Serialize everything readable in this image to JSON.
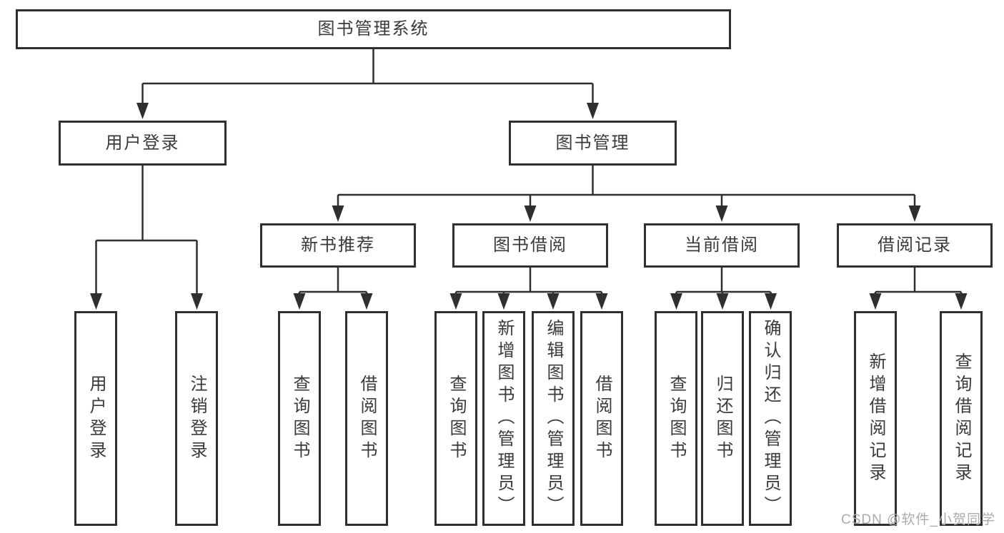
{
  "colors": {
    "line": "#2f2f2f",
    "text": "#3a3a3a",
    "watermark": "#ababab",
    "background": "#ffffff"
  },
  "root": {
    "label": "图书管理系统"
  },
  "branches": [
    {
      "label": "用户登录",
      "children": [
        {
          "label": "用户登录"
        },
        {
          "label": "注销登录"
        }
      ]
    },
    {
      "label": "图书管理",
      "children": [
        {
          "label": "新书推荐",
          "children": [
            {
              "label": "查询图书"
            },
            {
              "label": "借阅图书"
            }
          ]
        },
        {
          "label": "图书借阅",
          "children": [
            {
              "label": "查询图书"
            },
            {
              "label": "新增图书（管理员）"
            },
            {
              "label": "编辑图书（管理员）"
            },
            {
              "label": "借阅图书"
            }
          ]
        },
        {
          "label": "当前借阅",
          "children": [
            {
              "label": "查询图书"
            },
            {
              "label": "归还图书"
            },
            {
              "label": "确认归还（管理员）"
            }
          ]
        },
        {
          "label": "借阅记录",
          "children": [
            {
              "label": "新增借阅记录"
            },
            {
              "label": "查询借阅记录"
            }
          ]
        }
      ]
    }
  ],
  "watermark": "CSDN @软件_小贺同学"
}
